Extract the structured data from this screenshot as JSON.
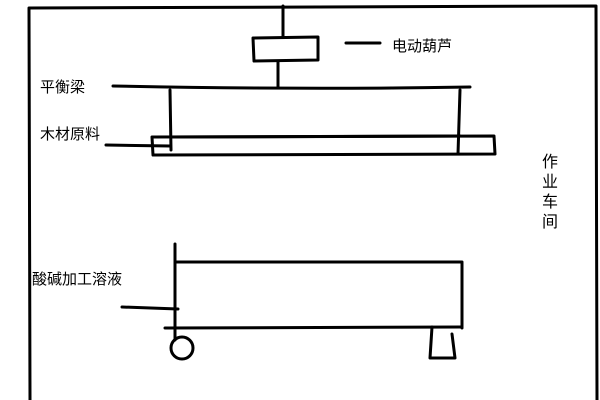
{
  "labels": {
    "hoist": "电动葫芦",
    "balance_beam": "平衡梁",
    "wood_material": "木材原料",
    "workshop": "作业车间",
    "acid_alkali_solution": "酸碱加工溶液"
  },
  "colors": {
    "stroke": "#000000",
    "background": "#ffffff"
  }
}
